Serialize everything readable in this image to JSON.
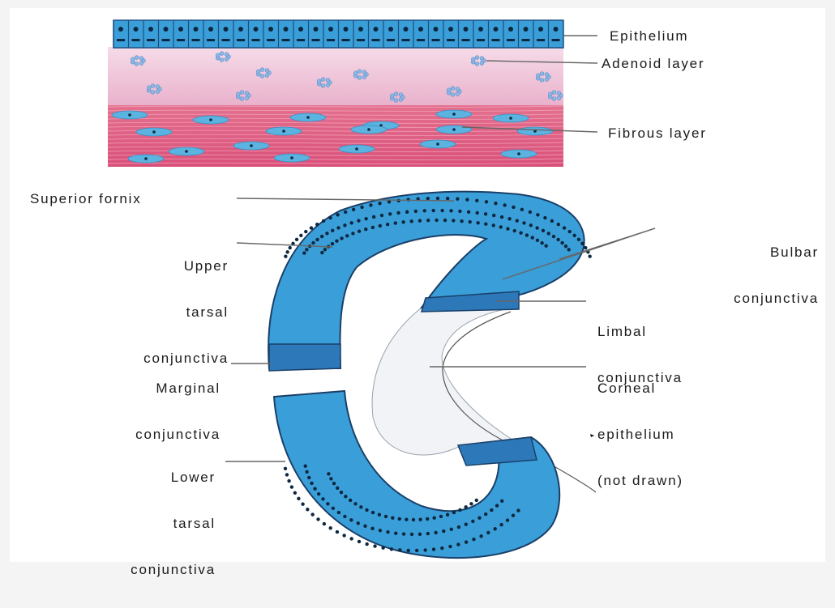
{
  "labels": {
    "epithelium": "Epithelium",
    "adenoid_layer": "Adenoid layer",
    "fibrous_layer": "Fibrous layer",
    "superior_fornix": "Superior fornix",
    "upper_tarsal": [
      "Upper",
      "tarsal",
      "conjunctiva"
    ],
    "marginal": [
      "Marginal",
      "conjunctiva"
    ],
    "lower_tarsal": [
      "Lower",
      "tarsal",
      "conjunctiva"
    ],
    "bulbar": [
      "Bulbar",
      "conjunctiva"
    ],
    "limbal": [
      "Limbal",
      "conjunctiva"
    ],
    "corneal": [
      "Corneal",
      "epithelium",
      "(not drawn)"
    ]
  },
  "colors": {
    "epithelium_blue": "#3a9fd8",
    "epithelium_dark": "#1d5f9e",
    "nucleus": "#0e2740",
    "adenoid_pink": "#efc3d9",
    "fibrous_red": "#dd5a7e",
    "cornea_fill": "#f1f3f7"
  }
}
